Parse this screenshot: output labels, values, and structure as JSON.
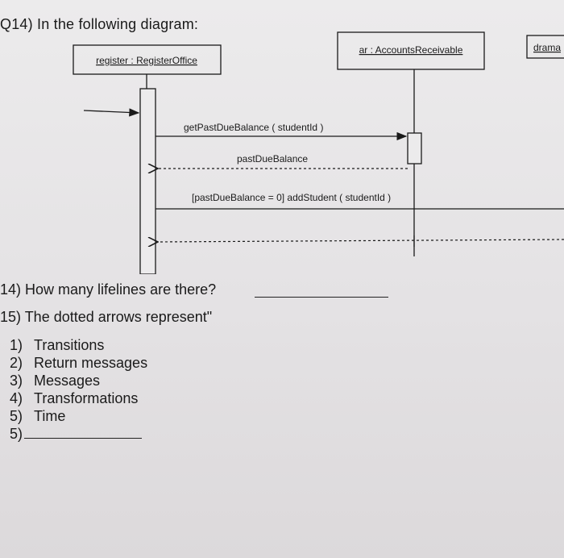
{
  "header": {
    "text": "Q14) In the following diagram:"
  },
  "diagram": {
    "objects": [
      {
        "label": "register : RegisterOffice"
      },
      {
        "label": "ar : AccountsReceivable"
      },
      {
        "label": "drama"
      }
    ],
    "messages": [
      {
        "label": "getPastDueBalance ( studentId )",
        "kind": "call"
      },
      {
        "label": "pastDueBalance",
        "kind": "return"
      },
      {
        "label": "[pastDueBalance = 0] addStudent ( studentId )",
        "kind": "call"
      },
      {
        "label": "",
        "kind": "return"
      }
    ]
  },
  "questions": {
    "q14": {
      "text": "14) How many lifelines are there?"
    },
    "q15": {
      "text": "15) The dotted arrows represent\"",
      "options": [
        {
          "num": "1)",
          "label": "Transitions"
        },
        {
          "num": "2)",
          "label": "Return messages"
        },
        {
          "num": "3)",
          "label": "Messages"
        },
        {
          "num": "4)",
          "label": "Transformations"
        },
        {
          "num": "5)",
          "label": "Time"
        },
        {
          "num": "5)",
          "label": ""
        }
      ]
    }
  }
}
